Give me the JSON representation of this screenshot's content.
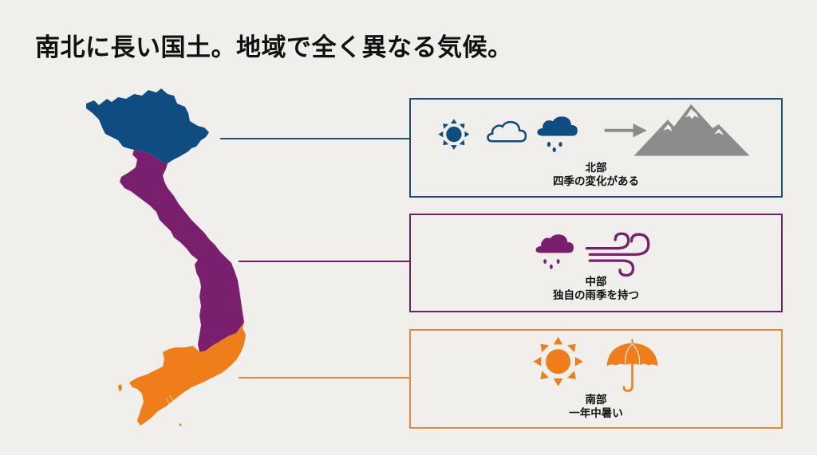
{
  "title": "南北に長い国土。地域で全く異なる気候。",
  "colors": {
    "background": "#f1efeb",
    "north": "#0f4c81",
    "central": "#7a1f6e",
    "south": "#ee7d1a",
    "mountain": "#8c8c8c"
  },
  "regions": [
    {
      "id": "north",
      "name": "北部",
      "description": "四季の変化がある",
      "icons": [
        "sun-icon",
        "cloud-icon",
        "rain-cloud-icon",
        "arrow-right-icon",
        "mountain-icon"
      ]
    },
    {
      "id": "central",
      "name": "中部",
      "description": "独自の雨季を持つ",
      "icons": [
        "rain-cloud-icon",
        "wind-icon"
      ]
    },
    {
      "id": "south",
      "name": "南部",
      "description": "一年中暑い",
      "icons": [
        "sun-icon",
        "umbrella-icon"
      ]
    }
  ]
}
